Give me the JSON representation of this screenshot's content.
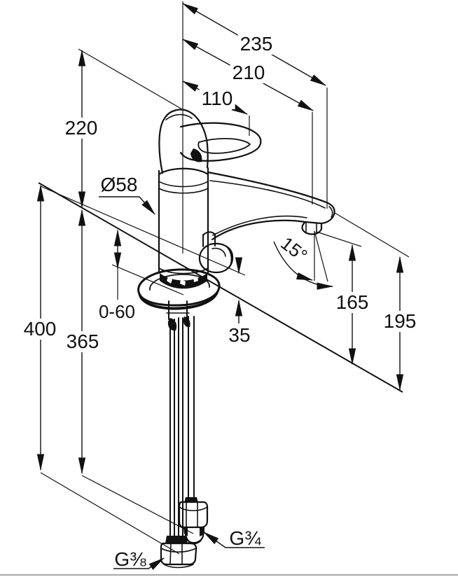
{
  "page": {
    "background": "#ffffff",
    "bottom_rule_color": "#a6a6a6"
  },
  "drawing": {
    "subject": "single-lever-sink-mixer-dimension-drawing",
    "line_color": "#111111",
    "labels": {
      "projection_overall": "235",
      "projection_spout": "210",
      "projection_handle": "110",
      "height_above_deck": "220",
      "base_diameter": "Ø58",
      "deck_thickness_range": "0-60",
      "height_total": "400",
      "height_supply": "365",
      "base_plate_height": "35",
      "spout_angle": "15°",
      "height_aerator": "165",
      "height_spout_tip": "195",
      "thread_outlet": "G¾",
      "thread_supply": "G⅜"
    }
  }
}
